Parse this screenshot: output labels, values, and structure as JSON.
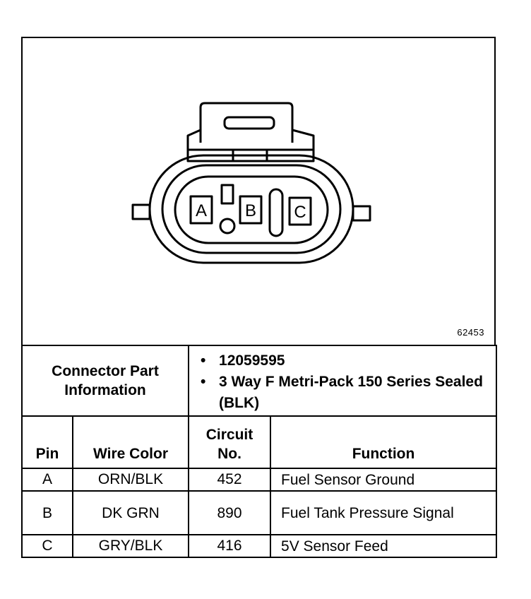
{
  "figure": {
    "id": "62453"
  },
  "connector_face": {
    "pins": [
      "A",
      "B",
      "C"
    ]
  },
  "part_info": {
    "label": "Connector Part Information",
    "items": [
      "12059595",
      "3 Way F Metri-Pack 150 Series Sealed (BLK)"
    ]
  },
  "table": {
    "headers": {
      "pin": "Pin",
      "wire_color": "Wire Color",
      "circuit": "Circuit No.",
      "function": "Function"
    },
    "rows": [
      {
        "pin": "A",
        "wire_color": "ORN/BLK",
        "circuit": "452",
        "function": "Fuel Sensor Ground"
      },
      {
        "pin": "B",
        "wire_color": "DK GRN",
        "circuit": "890",
        "function": "Fuel Tank Pressure Signal"
      },
      {
        "pin": "C",
        "wire_color": "GRY/BLK",
        "circuit": "416",
        "function": "5V Sensor Feed"
      }
    ]
  }
}
